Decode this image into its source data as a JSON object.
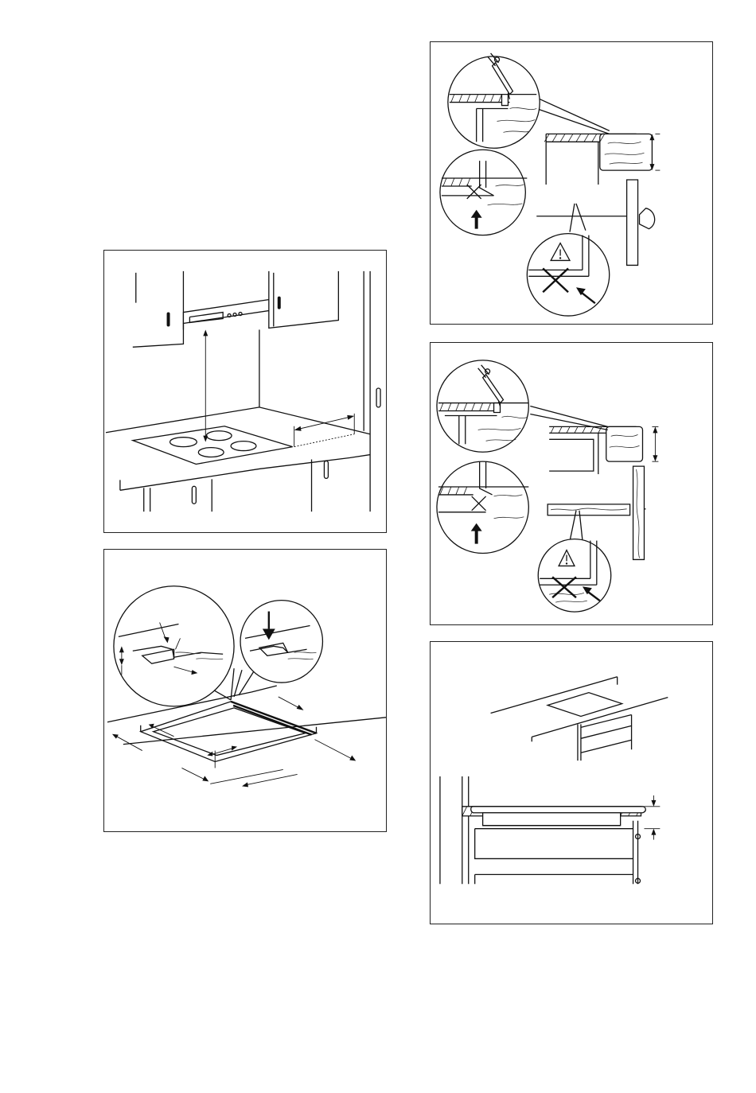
{
  "page": {
    "background": "#ffffff",
    "line_color": "#111111"
  },
  "figures": [
    {
      "id": "hood-clearance",
      "icon": "kitchen-hood-hob-icon"
    },
    {
      "id": "gasket-installation",
      "icon": "gasket-seal-icon"
    },
    {
      "id": "sealant-solid-worktop",
      "icon": "sealant-gun-icon",
      "warning_icon": "warning-triangle-icon"
    },
    {
      "id": "sealant-panel-cabinet",
      "icon": "sealant-gun-icon",
      "warning_icon": "warning-triangle-icon"
    },
    {
      "id": "built-in-section",
      "icon": "worktop-section-icon"
    }
  ]
}
